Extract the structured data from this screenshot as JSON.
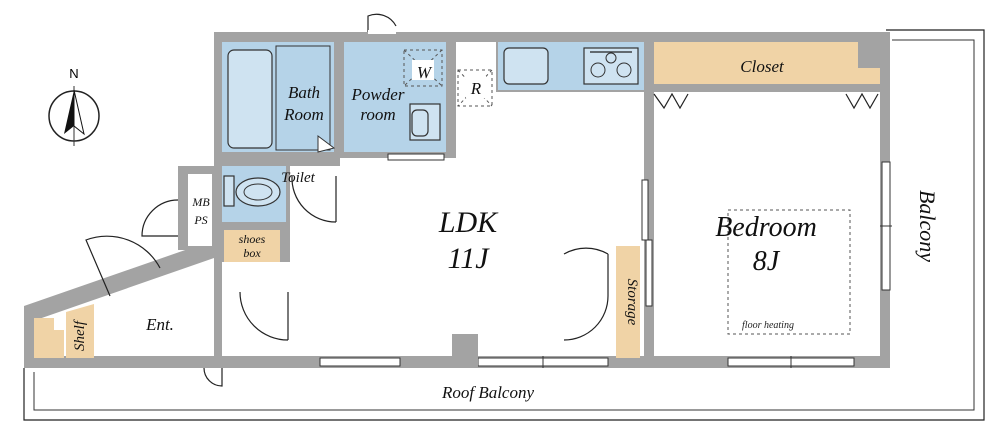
{
  "compass": {
    "label": "N"
  },
  "rooms": {
    "bath": {
      "line1": "Bath",
      "line2": "Room"
    },
    "powder": {
      "line1": "Powder",
      "line2": "room"
    },
    "washer": "W",
    "fridge": "R",
    "closet": "Closet",
    "toilet": "Toilet",
    "mbps": {
      "line1": "MB",
      "line2": "PS"
    },
    "shoes": {
      "line1": "shoes",
      "line2": "box"
    },
    "ldk": {
      "name": "LDK",
      "size": "11J"
    },
    "bedroom": {
      "name": "Bedroom",
      "size": "8J"
    },
    "floor_heating": "floor heating",
    "storage": "Storage",
    "shelf": "Shelf",
    "entrance": "Ent.",
    "balcony": "Balcony",
    "roof_balcony": "Roof Balcony"
  }
}
